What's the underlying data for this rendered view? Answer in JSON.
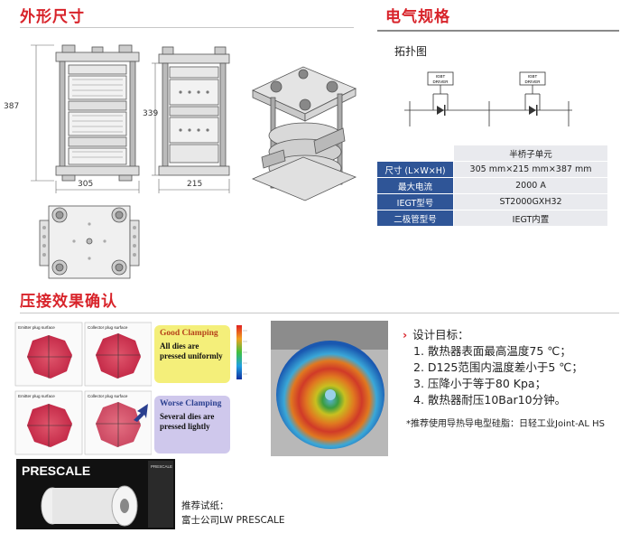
{
  "sections": {
    "dimensions": {
      "title": "外形尺寸"
    },
    "electrical": {
      "title": "电气规格",
      "topology_label": "拓扑图"
    },
    "clamping": {
      "title": "压接效果确认"
    }
  },
  "dimensions": {
    "height": "387",
    "side_height": "339",
    "front_width": "305",
    "side_width": "215"
  },
  "topology": {
    "driver_label_1": "IGBT",
    "driver_label_2": "DRIVER"
  },
  "spec_table": {
    "header": "半桥子单元",
    "rows": [
      {
        "label": "尺寸 (L×W×H)",
        "value": "305 mm×215 mm×387 mm"
      },
      {
        "label": "最大电流",
        "value": "2000 A"
      },
      {
        "label": "IEGT型号",
        "value": "ST2000GXH32"
      },
      {
        "label": "二极管型号",
        "value": "IEGT内置"
      }
    ]
  },
  "plots": {
    "panel_label_emitter": "Emitter plug surface",
    "panel_label_collector": "Collector plug surface",
    "good_title": "Good Clamping",
    "good_desc": "All dies are pressed uniformly",
    "worse_title": "Worse Clamping",
    "worse_desc": "Several dies are pressed lightly"
  },
  "design": {
    "heading": "设计目标：",
    "bullet": "›",
    "goals": [
      "1. 散热器表面最高温度75 ℃；",
      "2. D125范围内温度差小于5 ℃；",
      "3. 压降小于等于80 Kpa；",
      "4. 散热器耐压10Bar10分钟。"
    ],
    "note": "*推荐使用导热导电型硅脂：日轻工业Joint-AL HS"
  },
  "prescale": {
    "brand": "PRESCALE",
    "box_brand": "PRESCALE",
    "rec_title": "推荐试纸：",
    "rec_value": "富士公司LW PRESCALE"
  },
  "colors": {
    "accent": "#d8232a",
    "table_label": "#2f5597",
    "table_value": "#e9eaee"
  }
}
